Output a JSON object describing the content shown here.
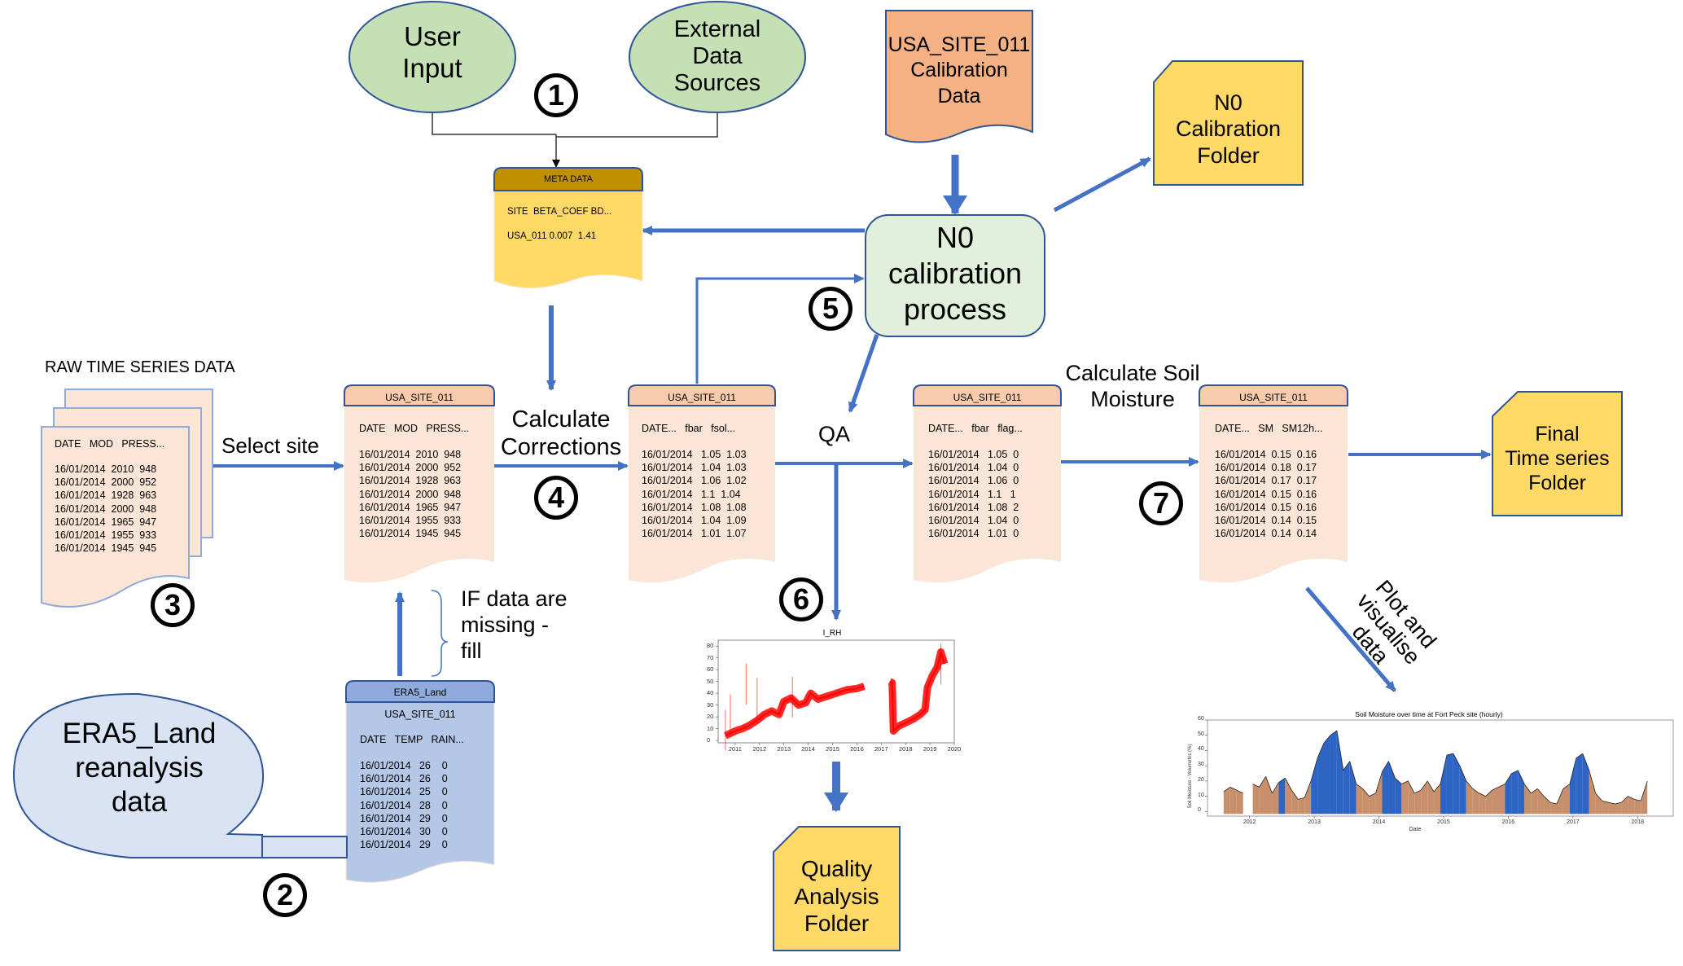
{
  "diagram": {
    "sources": {
      "user_input": "User\nInput",
      "external_data": "External\nData\nSources",
      "calibration_data": "USA_SITE_011\nCalibration\nData",
      "era5_land": "ERA5_Land\nreanalysis\ndata"
    },
    "meta_data": {
      "header": "META DATA",
      "columns": "SITE  BETA_COEF BD...",
      "row": "USA_011 0.007  1.41"
    },
    "raw_series": {
      "title": "RAW TIME SERIES DATA",
      "columns": "DATE   MOD   PRESS...",
      "rows": [
        "16/01/2014  2010  948",
        "16/01/2014  2000  952",
        "16/01/2014  1928  963",
        "16/01/2014  2000  948",
        "16/01/2014  1965  947",
        "16/01/2014  1955  933",
        "16/01/2014  1945  945"
      ]
    },
    "site_table_raw": {
      "header": "USA_SITE_011",
      "columns": "DATE   MOD   PRESS...",
      "rows": [
        "16/01/2014  2010  948",
        "16/01/2014  2000  952",
        "16/01/2014  1928  963",
        "16/01/2014  2000  948",
        "16/01/2014  1965  947",
        "16/01/2014  1955  933",
        "16/01/2014  1945  945"
      ]
    },
    "site_table_corrections": {
      "header": "USA_SITE_011",
      "columns": "DATE...   fbar   fsol...",
      "rows": [
        "16/01/2014   1.05  1.03",
        "16/01/2014   1.04  1.03",
        "16/01/2014   1.06  1.02",
        "16/01/2014   1.1  1.04",
        "16/01/2014   1.08  1.08",
        "16/01/2014   1.04  1.09",
        "16/01/2014   1.01  1.07"
      ]
    },
    "site_table_qa": {
      "header": "USA_SITE_011",
      "columns": "DATE...   fbar   flag...",
      "rows": [
        "16/01/2014   1.05  0",
        "16/01/2014   1.04  0",
        "16/01/2014   1.06  0",
        "16/01/2014   1.1   1",
        "16/01/2014   1.08  2",
        "16/01/2014   1.04  0",
        "16/01/2014   1.01  0"
      ]
    },
    "site_table_sm": {
      "header": "USA_SITE_011",
      "columns": "DATE...   SM   SM12h...",
      "rows": [
        "16/01/2014  0.15  0.16",
        "16/01/2014  0.18  0.17",
        "16/01/2014  0.17  0.17",
        "16/01/2014  0.15  0.16",
        "16/01/2014  0.15  0.16",
        "16/01/2014  0.14  0.15",
        "16/01/2014  0.14  0.14"
      ]
    },
    "era5_table": {
      "header": "ERA5_Land",
      "site": "USA_SITE_011",
      "columns": "DATE   TEMP   RAIN...",
      "rows": [
        "16/01/2014   26    0",
        "16/01/2014   26    0",
        "16/01/2014   25    0",
        "16/01/2014   28    0",
        "16/01/2014   29    0",
        "16/01/2014   30    0",
        "16/01/2014   29    0"
      ]
    },
    "process": {
      "n0_calibration": "N0\ncalibration\nprocess"
    },
    "folders": {
      "n0_calibration": "N0\nCalibration\nFolder",
      "final_time_series": "Final\nTime series\nFolder",
      "quality_analysis": "Quality\nAnalysis\nFolder"
    },
    "labels": {
      "select_site": "Select site",
      "calculate_corrections": "Calculate\nCorrections",
      "qa": "QA",
      "calculate_soil_moisture": "Calculate Soil\nMoisture",
      "if_missing": "IF data are\nmissing -\nfill",
      "plot_visualise": "Plot and\nvisualise\ndata"
    },
    "steps": [
      "1",
      "2",
      "3",
      "4",
      "5",
      "6",
      "7"
    ],
    "colors": {
      "arrow_blue": "#4472c4",
      "doc_peach": "#fbe5d6",
      "doc_header_peach": "#f8cbad",
      "meta_yellow": "#ffd966",
      "meta_header": "#bf9000",
      "folder_yellow": "#ffd966",
      "ellipse_green": "#c5e0b4",
      "process_green": "#e2efda",
      "era5_blue": "#b4c7e7",
      "era5_header": "#8faadc",
      "calib_orange": "#f4b183",
      "bubble_blue": "#dae3f3"
    }
  },
  "chart_data": [
    {
      "type": "scatter",
      "title": "I_RH",
      "xlabel": "",
      "ylabel": "",
      "x_ticks": [
        "2011",
        "2012",
        "2013",
        "2014",
        "2015",
        "2016",
        "2017",
        "2018",
        "2019",
        "2020"
      ],
      "y_ticks": [
        "0",
        "10",
        "20",
        "30",
        "40",
        "50",
        "60",
        "70",
        "80"
      ],
      "xlim": [
        2010.3,
        2020
      ],
      "ylim": [
        -2,
        85
      ],
      "color": "#ff0000",
      "series": [
        {
          "name": "I_RH segment 1",
          "x": [
            2010.6,
            2010.8,
            2011.0,
            2011.3,
            2011.6,
            2011.9,
            2012.2,
            2012.5,
            2012.8,
            2013.0,
            2013.3,
            2013.6,
            2013.9,
            2014.1,
            2014.4,
            2014.7,
            2015.0,
            2015.3,
            2015.6,
            2016.0,
            2016.3
          ],
          "y": [
            4,
            6,
            8,
            10,
            13,
            17,
            22,
            25,
            22,
            33,
            36,
            30,
            32,
            40,
            35,
            37,
            39,
            41,
            43,
            44,
            46
          ]
        },
        {
          "name": "I_RH segment 2",
          "x": [
            2017.35,
            2017.45,
            2017.5,
            2017.7,
            2018.0,
            2018.3,
            2018.6,
            2018.8,
            2018.9,
            2019.1,
            2019.3,
            2019.45,
            2019.6
          ],
          "y": [
            50,
            49,
            8,
            12,
            15,
            18,
            22,
            26,
            45,
            55,
            62,
            75,
            65
          ]
        }
      ],
      "spikes": [
        {
          "x": 2010.6,
          "y": 26
        },
        {
          "x": 2010.8,
          "y": 39
        },
        {
          "x": 2011.45,
          "y": 65
        },
        {
          "x": 2011.9,
          "y": 53
        },
        {
          "x": 2013.35,
          "y": 54
        },
        {
          "x": 2019.45,
          "y": 82
        }
      ]
    },
    {
      "type": "area",
      "title": "Soil Moisture over time at Fort Peck site (hourly)",
      "xlabel": "Date",
      "ylabel": "Soil Moisture - Volumetric (%)",
      "x_ticks": [
        "2012",
        "2013",
        "2014",
        "2015",
        "2016",
        "2017",
        "2018"
      ],
      "y_ticks": [
        "0",
        "10",
        "20",
        "30",
        "40",
        "50",
        "60"
      ],
      "xlim": [
        2011.35,
        2018.55
      ],
      "ylim": [
        -3,
        60
      ],
      "wet_color": "#2e64c4",
      "dry_color": "#c8906a",
      "series": [
        {
          "name": "Soil Moisture",
          "x": [
            2011.6,
            2011.7,
            2011.8,
            2011.9,
            2012.05,
            2012.15,
            2012.25,
            2012.35,
            2012.45,
            2012.55,
            2012.65,
            2012.75,
            2012.85,
            2012.95,
            2013.05,
            2013.15,
            2013.25,
            2013.35,
            2013.45,
            2013.55,
            2013.65,
            2013.75,
            2013.85,
            2013.95,
            2014.05,
            2014.15,
            2014.25,
            2014.35,
            2014.45,
            2014.55,
            2014.65,
            2014.75,
            2014.85,
            2014.95,
            2015.05,
            2015.15,
            2015.25,
            2015.35,
            2015.45,
            2015.55,
            2015.65,
            2015.75,
            2015.85,
            2015.95,
            2016.05,
            2016.15,
            2016.25,
            2016.35,
            2016.45,
            2016.55,
            2016.65,
            2016.75,
            2016.85,
            2016.95,
            2017.05,
            2017.15,
            2017.25,
            2017.35,
            2017.45,
            2017.55,
            2017.65,
            2017.75,
            2017.85,
            2017.95,
            2018.05,
            2018.15
          ],
          "y": [
            13,
            16,
            14,
            12,
            18,
            16,
            23,
            12,
            19,
            22,
            14,
            8,
            9,
            20,
            35,
            45,
            50,
            53,
            27,
            33,
            18,
            15,
            10,
            12,
            26,
            33,
            22,
            18,
            20,
            12,
            14,
            20,
            13,
            18,
            37,
            38,
            30,
            20,
            15,
            12,
            10,
            14,
            16,
            18,
            25,
            27,
            18,
            12,
            15,
            10,
            6,
            5,
            15,
            18,
            35,
            38,
            27,
            12,
            7,
            6,
            5,
            6,
            10,
            8,
            7,
            20
          ]
        }
      ]
    }
  ]
}
